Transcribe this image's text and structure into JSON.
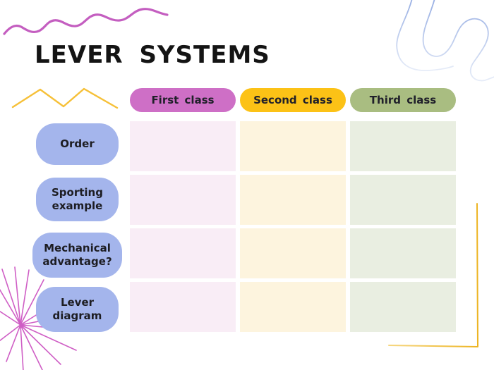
{
  "slide": {
    "title": "LEVER SYSTEMS"
  },
  "table": {
    "column_headers": [
      {
        "label": "First class",
        "color": "#ce6fc6",
        "cell_color": "#f9edf6"
      },
      {
        "label": "Second class",
        "color": "#fcc216",
        "cell_color": "#fdf4de"
      },
      {
        "label": "Third class",
        "color": "#a9bd81",
        "cell_color": "#e9eee1"
      }
    ],
    "row_headers": [
      {
        "label": "Order"
      },
      {
        "label": "Sporting example"
      },
      {
        "label": "Mechanical advantage?"
      },
      {
        "label": "Lever diagram"
      }
    ],
    "row_header_color": "#a4b5ec",
    "cells": [
      [
        "",
        "",
        ""
      ],
      [
        "",
        "",
        ""
      ],
      [
        "",
        "",
        ""
      ],
      [
        "",
        "",
        ""
      ]
    ]
  },
  "colors": {
    "background": "#ffffff",
    "text": "#141414",
    "wavy_line_pink": "#c45ec0",
    "zigzag_yellow": "#f6c038",
    "starburst_pink": "#cf5ec5",
    "corner_frame_yellow": "#eebc35",
    "swirl_blue": "#93abe2"
  }
}
